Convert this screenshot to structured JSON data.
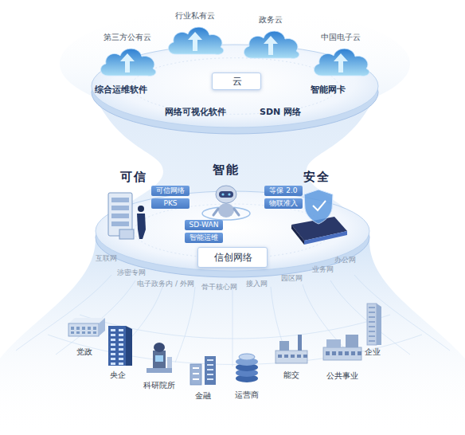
{
  "diagram": {
    "nodes": [
      {
        "text": [
          "第三方公有云"
        ]
      },
      {
        "text": [
          "行业私有云"
        ]
      },
      {
        "text": [
          "政务云"
        ]
      },
      {
        "text": [
          "中国电子云"
        ]
      },
      {
        "text": [
          "综合运维软件",
          "智能网卡",
          "网络可视化软件",
          "SDN 网络"
        ]
      },
      {
        "text": [
          "云"
        ],
        "in": 4
      },
      {
        "text": [
          "可信",
          "智能",
          "安全"
        ]
      },
      {
        "text": [
          "可信网络"
        ],
        "in": 6
      },
      {
        "text": [
          "PKS"
        ],
        "in": 6
      },
      {
        "text": [
          "SD-WAN"
        ],
        "in": 6
      },
      {
        "text": [
          "智能运维"
        ],
        "in": 6
      },
      {
        "text": [
          "等保 2.0"
        ],
        "in": 6
      },
      {
        "text": [
          "物联准入"
        ],
        "in": 6
      },
      {
        "text": [
          "信创网络"
        ],
        "in": 6
      },
      {
        "text": [
          "党政"
        ]
      },
      {
        "text": [
          "央企"
        ]
      },
      {
        "text": [
          "科研院所"
        ]
      },
      {
        "text": [
          "金融"
        ]
      },
      {
        "text": [
          "运营商"
        ]
      },
      {
        "text": [
          "能交"
        ]
      },
      {
        "text": [
          "公共事业"
        ]
      },
      {
        "text": [
          "企业"
        ]
      }
    ],
    "labels": [
      "互联网",
      "涉密专网",
      "电子政务内 / 外网",
      "骨干核心网",
      "接入网",
      "园区网",
      "业务网",
      "办公网"
    ]
  }
}
